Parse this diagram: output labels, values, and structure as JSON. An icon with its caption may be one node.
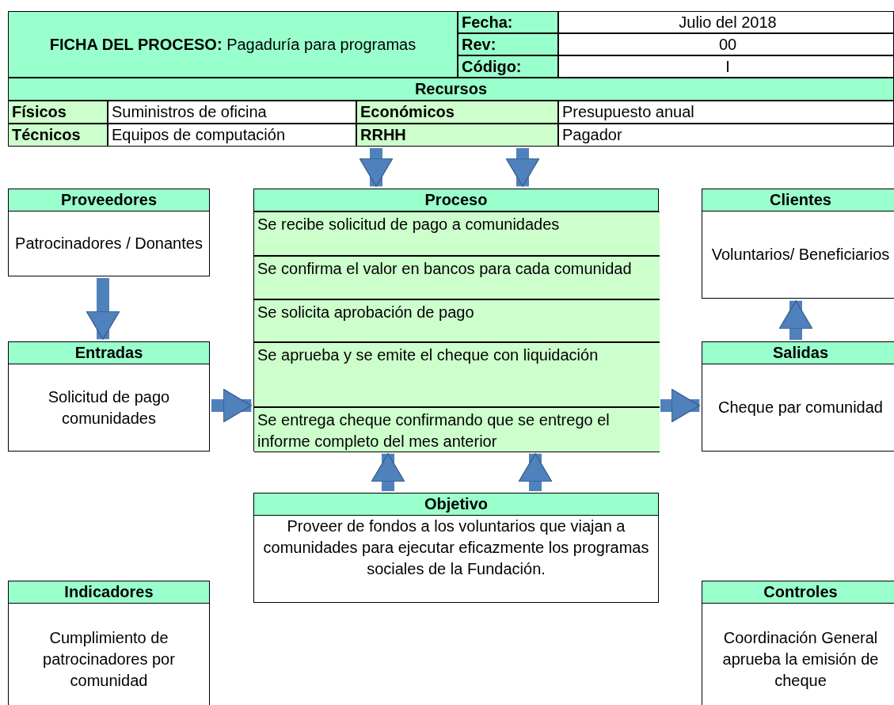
{
  "diagram": {
    "nodes": [
      {
        "text": [
          "**FICHA DEL PROCESO:** Pagaduría para programas"
        ]
      },
      {
        "text": [
          "Recursos",
          "Físicos",
          "Suministros de oficina",
          "Económicos",
          "Presupuesto anual",
          "Técnicos",
          "Equipos de computación",
          "RRHH",
          "Pagador"
        ]
      },
      {
        "text": [
          "Proveedores",
          "Patrocinadores / Donantes"
        ]
      },
      {
        "text": [
          "Proceso"
        ]
      },
      {
        "text": [
          "Se recibe solicitud de pago a comunidades"
        ],
        "in": 3
      },
      {
        "text": [
          "Se confirma el valor en bancos para cada comunidad"
        ],
        "in": 3
      },
      {
        "text": [
          "Se solicita aprobación de pago"
        ],
        "in": 3
      },
      {
        "text": [
          "Se aprueba y se emite el cheque con liquidación"
        ],
        "in": 3
      },
      {
        "text": [
          "Se entrega cheque confirmando que se entrego el informe completo del mes anterior"
        ],
        "in": 3
      },
      {
        "text": [
          "Clientes",
          "Voluntarios/ Beneficiarios"
        ]
      },
      {
        "text": [
          "Entradas",
          "Solicitud de pago comunidades"
        ]
      },
      {
        "text": [
          "Salidas",
          "Cheque par comunidad"
        ]
      },
      {
        "text": [
          "Objetivo",
          "Proveer de fondos a los voluntarios que viajan a comunidades para ejecutar eficazmente los programas sociales de la Fundación."
        ]
      },
      {
        "text": [
          "Indicadores",
          "Cumplimiento de patrocinadores por comunidad"
        ]
      },
      {
        "text": [
          "Controles",
          "Coordinación General aprueba la emisión de cheque"
        ]
      }
    ],
    "edges": [
      {
        "from": 1,
        "to": 3,
        "arrow": "to"
      },
      {
        "from": 1,
        "to": 3,
        "arrow": "to"
      },
      {
        "from": 2,
        "to": 10,
        "arrow": "to"
      },
      {
        "from": 10,
        "to": 3,
        "arrow": "to"
      },
      {
        "from": 3,
        "to": 11,
        "arrow": "to"
      },
      {
        "from": 11,
        "to": 9,
        "arrow": "to"
      },
      {
        "from": 12,
        "to": 3,
        "arrow": "to"
      },
      {
        "from": 12,
        "to": 3,
        "arrow": "to"
      }
    ],
    "labels": [
      "Fecha:",
      "Julio del 2018",
      "Rev:",
      "00",
      "Código:",
      "I"
    ]
  }
}
